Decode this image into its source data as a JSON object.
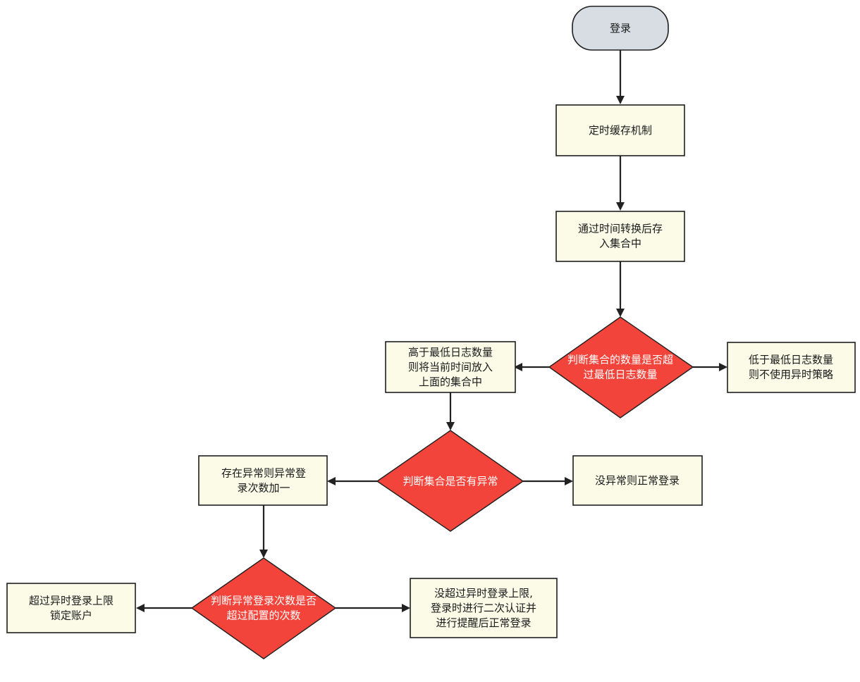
{
  "nodes": {
    "login": {
      "lines": [
        "登录"
      ],
      "kind": "terminal"
    },
    "cache": {
      "lines": [
        "定时缓存机制"
      ],
      "kind": "process"
    },
    "convert": {
      "lines": [
        "通过时间转换后存",
        "入集合中"
      ],
      "kind": "process"
    },
    "decision_count": {
      "lines": [
        "判断集合的数量是否超",
        "过最低日志数量"
      ],
      "kind": "decision"
    },
    "above_min": {
      "lines": [
        "高于最低日志数量",
        "则将当前时间放入",
        "上面的集合中"
      ],
      "kind": "process"
    },
    "below_min": {
      "lines": [
        "低于最低日志数量",
        "则不使用异时策略"
      ],
      "kind": "process"
    },
    "decision_abnormal": {
      "lines": [
        "判断集合是否有异常"
      ],
      "kind": "decision"
    },
    "abnormal_yes": {
      "lines": [
        "存在异常则异常登",
        "录次数加一"
      ],
      "kind": "process"
    },
    "abnormal_no": {
      "lines": [
        "没异常则正常登录"
      ],
      "kind": "process"
    },
    "decision_limit": {
      "lines": [
        "判断异常登录次数是否",
        "超过配置的次数"
      ],
      "kind": "decision"
    },
    "lock": {
      "lines": [
        "超过异时登录上限",
        "锁定账户"
      ],
      "kind": "process"
    },
    "remind": {
      "lines": [
        "没超过异时登录上限,",
        "登录时进行二次认证并",
        "进行提醒后正常登录"
      ],
      "kind": "process"
    }
  },
  "edges": [
    {
      "from": "login",
      "to": "cache"
    },
    {
      "from": "cache",
      "to": "convert"
    },
    {
      "from": "convert",
      "to": "decision_count"
    },
    {
      "from": "decision_count",
      "to": "above_min"
    },
    {
      "from": "decision_count",
      "to": "below_min"
    },
    {
      "from": "above_min",
      "to": "decision_abnormal"
    },
    {
      "from": "decision_abnormal",
      "to": "abnormal_yes"
    },
    {
      "from": "decision_abnormal",
      "to": "abnormal_no"
    },
    {
      "from": "abnormal_yes",
      "to": "decision_limit"
    },
    {
      "from": "decision_limit",
      "to": "lock"
    },
    {
      "from": "decision_limit",
      "to": "remind"
    }
  ],
  "colors": {
    "process_fill": "#fbfbe8",
    "terminal_fill": "#d7dde3",
    "decision_fill": "#f2443b",
    "stroke": "#1e1e1e",
    "edge": "#222222"
  }
}
